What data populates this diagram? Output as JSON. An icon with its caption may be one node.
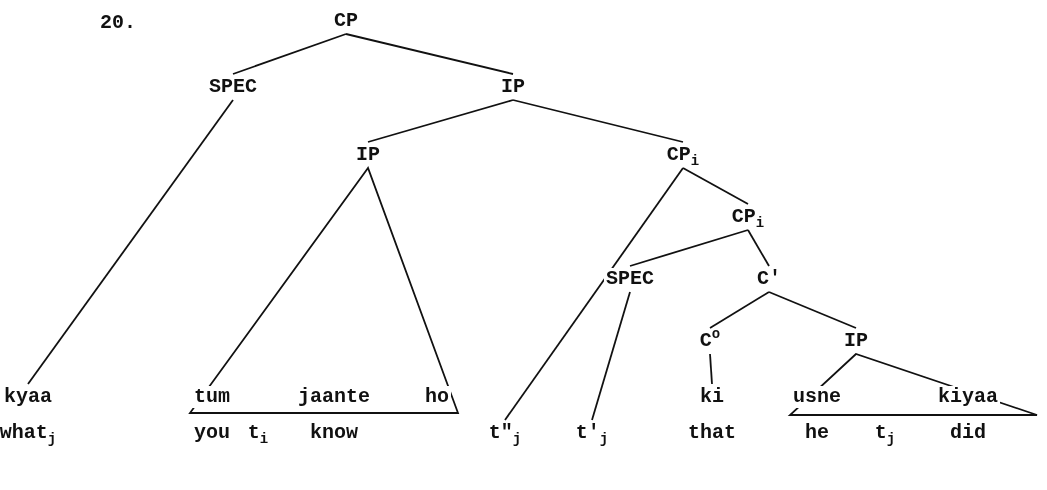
{
  "diagram": {
    "nodes": [
      {
        "text": [
          "CP"
        ]
      },
      {
        "text": [
          "SPEC"
        ]
      },
      {
        "text": [
          "IP"
        ]
      },
      {
        "text": [
          "IP"
        ]
      },
      {
        "text": [
          "CP$_{i}$"
        ]
      },
      {
        "text": [
          "CP$_{i}$"
        ]
      },
      {
        "text": [
          "SPEC"
        ]
      },
      {
        "text": [
          "C'"
        ]
      },
      {
        "text": [
          "C$^{o}$"
        ]
      },
      {
        "text": [
          "IP"
        ]
      },
      {
        "text": [
          "kyaa",
          "what$_{j}$"
        ]
      },
      {
        "text": [
          "tum",
          "you"
        ]
      },
      {
        "text": [
          "t$_{i}$"
        ]
      },
      {
        "text": [
          "jaante",
          "know"
        ]
      },
      {
        "text": [
          "ho"
        ]
      },
      {
        "text": [
          "t\"$_{j}$"
        ]
      },
      {
        "text": [
          "t'$_{j}$"
        ]
      },
      {
        "text": [
          "ki",
          "that"
        ]
      },
      {
        "text": [
          "usne",
          "he"
        ]
      },
      {
        "text": [
          "t$_{j}$"
        ]
      },
      {
        "text": [
          "kiyaa",
          "did"
        ]
      }
    ],
    "edges": [
      {
        "from": 0,
        "to": 1,
        "arrow": "none"
      },
      {
        "from": 0,
        "to": 2,
        "arrow": "none"
      },
      {
        "from": 1,
        "to": 10,
        "arrow": "none"
      },
      {
        "from": 2,
        "to": 3,
        "arrow": "none"
      },
      {
        "from": 2,
        "to": 4,
        "arrow": "none"
      },
      {
        "from": 4,
        "to": 15,
        "arrow": "none"
      },
      {
        "from": 4,
        "to": 5,
        "arrow": "none"
      },
      {
        "from": 5,
        "to": 6,
        "arrow": "none"
      },
      {
        "from": 5,
        "to": 7,
        "arrow": "none"
      },
      {
        "from": 6,
        "to": 16,
        "arrow": "none"
      },
      {
        "from": 7,
        "to": 8,
        "arrow": "none"
      },
      {
        "from": 7,
        "to": 9,
        "arrow": "none"
      },
      {
        "from": 8,
        "to": 17,
        "arrow": "none"
      }
    ],
    "labels": [
      "20."
    ]
  }
}
